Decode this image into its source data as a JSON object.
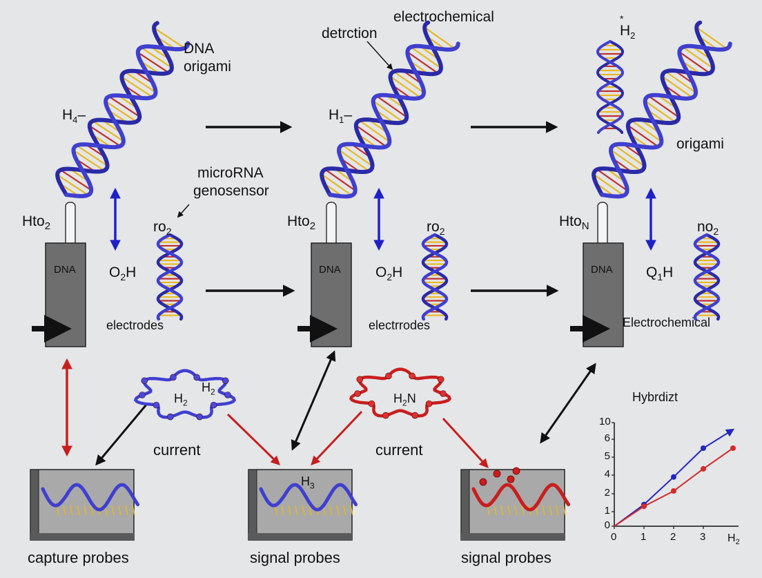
{
  "labels": {
    "dna_origami_1": "DNA",
    "dna_origami_2": "origami",
    "h4": "H4–",
    "h1": "H1–",
    "electrochemical_top": "electrochemical",
    "detection": "detrction",
    "h2_top": "H2",
    "h2_star": "*",
    "origami_right": "origami",
    "microrna_1": "microRNA",
    "microrna_2": "genosensor",
    "hto2_1": "Hto2",
    "hto2_2": "Hto2",
    "hton": "HtoN",
    "ro2_1": "ro2",
    "ro2_2": "ro2",
    "no2": "no2",
    "o2h_1": "O2H",
    "o2h_2": "O2H",
    "q1h": "Q1H",
    "electrode_dna_1": "DNA",
    "electrode_dna_2": "DNA",
    "electrode_dna_3": "DNA",
    "electrodes_1": "electrodes",
    "electrodes_2": "electrrodes",
    "electrochemical_right": "Electrochemical",
    "h2_blue_a": "H2",
    "h2_blue_b": "H2",
    "h2_red": "H2N",
    "current_1": "current",
    "current_2": "current",
    "h3_probe": "H3",
    "capture_probes": "capture probes",
    "signal_probes_1": "signal probes",
    "signal_probes_2": "signal probes"
  },
  "colors": {
    "helix_blue": "#3f3fd0",
    "helix_dark": "#2a2aa8",
    "base_yellow": "#e8b820",
    "base_red": "#c0302a",
    "arrow_black": "#111111",
    "arrow_blue": "#2020c8",
    "arrow_red": "#c81e1e",
    "electrode": "#6e6e6e",
    "probe_box": "#a8a8a8",
    "chart_blue": "#2424c0",
    "chart_red": "#d42a2a"
  },
  "chart_data": {
    "type": "line",
    "title": "Hybrdizt",
    "xlabel": "H2",
    "ylabel": "",
    "x_ticks": [
      0,
      1,
      2,
      3
    ],
    "y_ticks": [
      0,
      1,
      2,
      4,
      5,
      6,
      10
    ],
    "series": [
      {
        "x": [
          0,
          1,
          2,
          3,
          4
        ],
        "y": [
          0,
          1.4,
          3.8,
          5.5,
          8.3
        ],
        "color": "#2424c0",
        "arrow": true
      },
      {
        "x": [
          0,
          1,
          2,
          3,
          4
        ],
        "y": [
          0,
          1.3,
          2.3,
          4.35,
          5.5
        ],
        "color": "#d42a2a",
        "arrow": false
      }
    ]
  }
}
